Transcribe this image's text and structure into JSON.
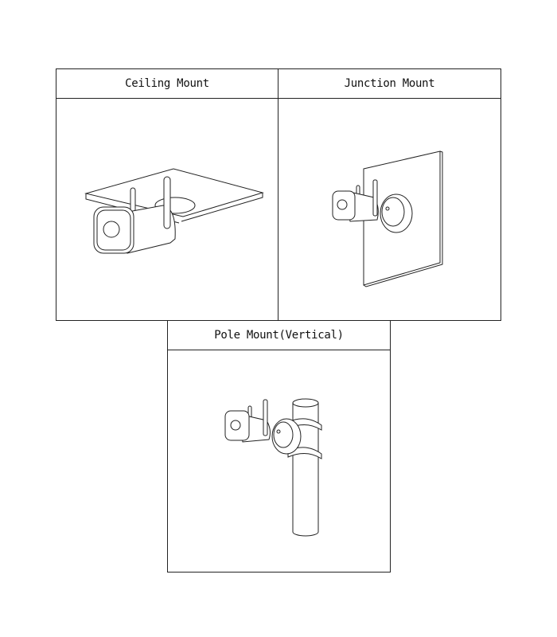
{
  "panels": [
    {
      "title": "Ceiling Mount"
    },
    {
      "title": "Junction Mount"
    },
    {
      "title": "Pole Mount(Vertical)"
    }
  ]
}
